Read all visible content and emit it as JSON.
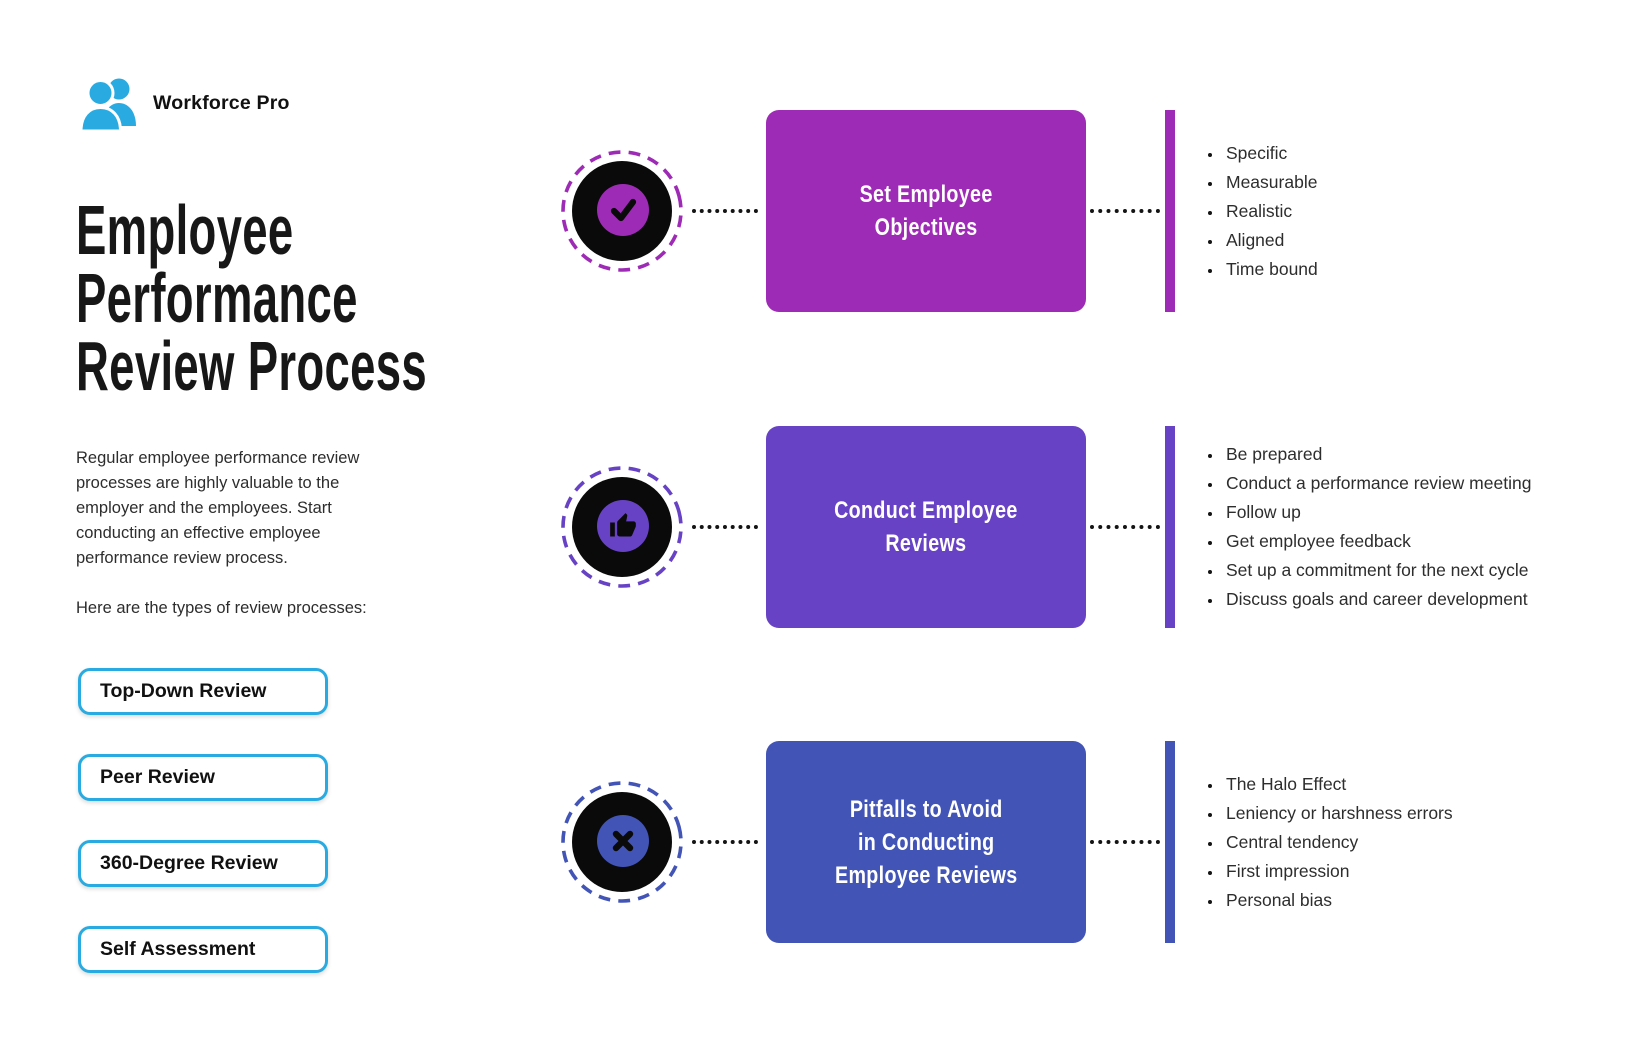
{
  "brand": {
    "name": "Workforce Pro",
    "logo_icon": "users-icon",
    "logo_color": "#29ABE2"
  },
  "page": {
    "title": "Employee\nPerformance\nReview Process"
  },
  "intro": {
    "paragraph": "Regular employee performance review processes are highly valuable to the employer and the employees. Start conducting an effective employee performance review process.",
    "lead_in": "Here are the types of review processes:"
  },
  "review_types": [
    {
      "label": "Top-Down Review"
    },
    {
      "label": "Peer Review"
    },
    {
      "label": "360-Degree Review"
    },
    {
      "label": "Self Assessment"
    }
  ],
  "steps": [
    {
      "title": "Set Employee\nObjectives",
      "icon": "check-icon",
      "accent_color": "#9E2BB5",
      "bullets": [
        "Specific",
        "Measurable",
        "Realistic",
        "Aligned",
        "Time bound"
      ]
    },
    {
      "title": "Conduct Employee\nReviews",
      "icon": "thumbs-up-icon",
      "accent_color": "#6742C4",
      "bullets": [
        "Be prepared",
        "Conduct a performance review meeting",
        "Follow up",
        "Get employee feedback",
        "Set up a commitment for the next cycle",
        "Discuss goals and career development"
      ]
    },
    {
      "title": "Pitfalls to Avoid\nin Conducting\nEmployee Reviews",
      "icon": "x-icon",
      "accent_color": "#4254B5",
      "bullets": [
        "The Halo Effect",
        "Leniency or harshness errors",
        "Central tendency",
        "First impression",
        "Personal bias"
      ]
    }
  ],
  "colors": {
    "brand_blue": "#29ABE2",
    "step1_magenta": "#9E2BB5",
    "step2_purple": "#6742C4",
    "step3_blue": "#4254B5",
    "badge_black": "#0A0A0A",
    "connector_black": "#141414",
    "text_dark": "#171717",
    "text_body": "#2D2D2D"
  }
}
